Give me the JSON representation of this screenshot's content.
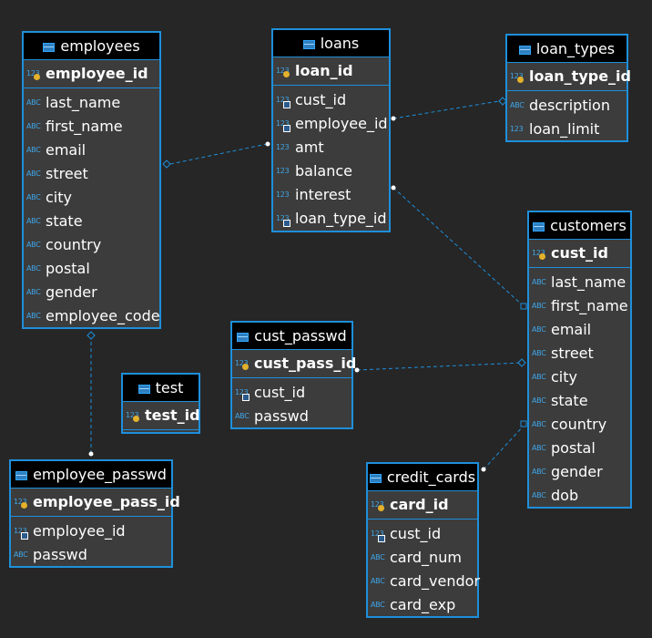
{
  "colors": {
    "accent": "#1e8fdb",
    "background": "#262626",
    "header": "#000000",
    "body": "#3c3c3c",
    "pk_key_icon": "#e3b12a"
  },
  "type_labels": {
    "number": "123",
    "string": "ABC"
  },
  "entities": {
    "employees": {
      "name": "employees",
      "pk": "employee_id",
      "columns": [
        "last_name",
        "first_name",
        "email",
        "street",
        "city",
        "state",
        "country",
        "postal",
        "gender",
        "employee_code"
      ]
    },
    "loans": {
      "name": "loans",
      "pk": "loan_id",
      "columns": [
        "cust_id",
        "employee_id",
        "amt",
        "balance",
        "interest",
        "loan_type_id"
      ]
    },
    "loan_types": {
      "name": "loan_types",
      "pk": "loan_type_id",
      "columns": [
        "description",
        "loan_limit"
      ]
    },
    "customers": {
      "name": "customers",
      "pk": "cust_id",
      "columns": [
        "last_name",
        "first_name",
        "email",
        "street",
        "city",
        "state",
        "country",
        "postal",
        "gender",
        "dob"
      ]
    },
    "cust_passwd": {
      "name": "cust_passwd",
      "pk": "cust_pass_id",
      "columns": [
        "cust_id",
        "passwd"
      ]
    },
    "test": {
      "name": "test",
      "pk": "test_id",
      "columns": []
    },
    "employee_passwd": {
      "name": "employee_passwd",
      "pk": "employee_pass_id",
      "columns": [
        "employee_id",
        "passwd"
      ]
    },
    "credit_cards": {
      "name": "credit_cards",
      "pk": "card_id",
      "columns": [
        "cust_id",
        "card_num",
        "card_vendor",
        "card_exp"
      ]
    }
  }
}
